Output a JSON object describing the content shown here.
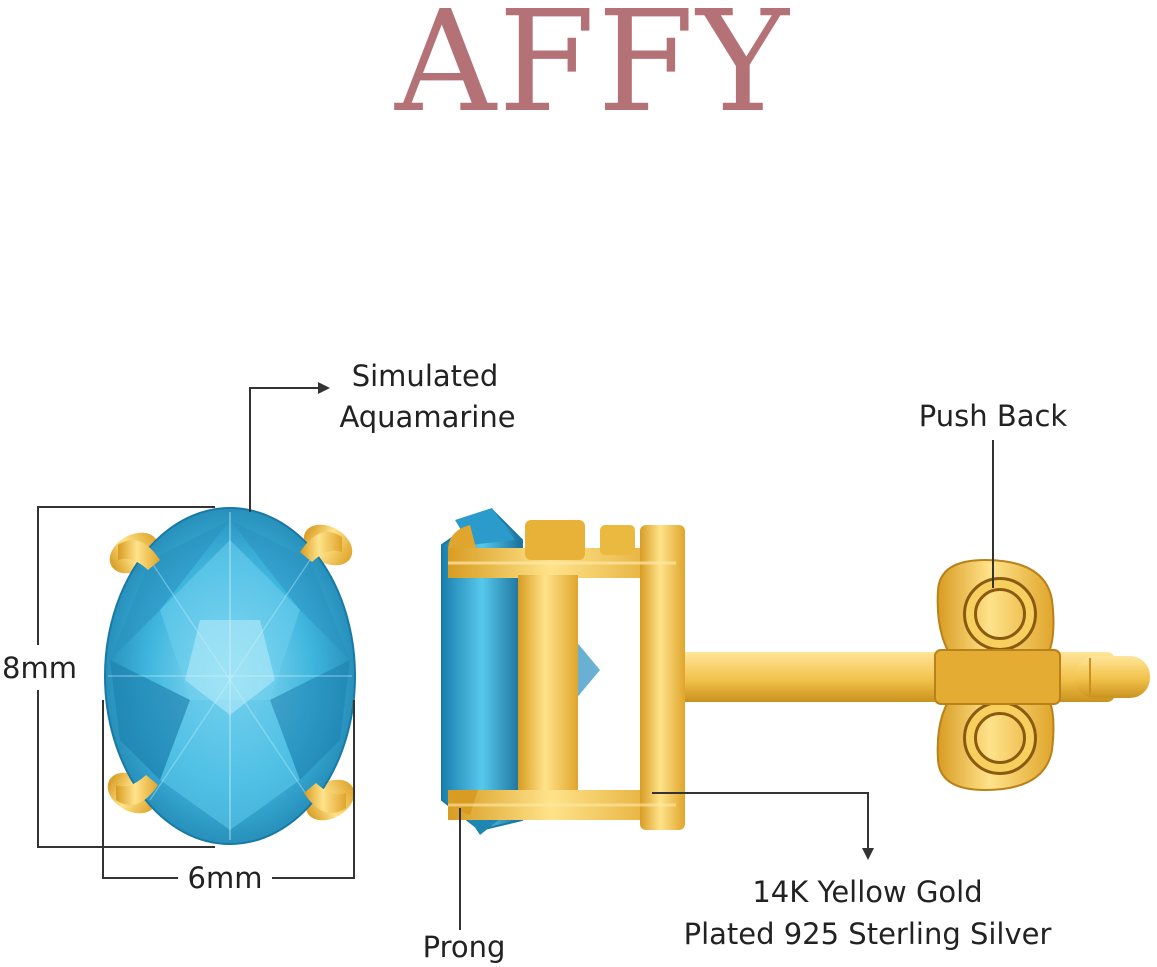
{
  "brand": {
    "logo_text": "AFFY"
  },
  "callouts": {
    "gemstone_line1": "Simulated",
    "gemstone_line2": "Aquamarine",
    "push_back": "Push Back",
    "height_dim": "8mm",
    "width_dim": "6mm",
    "prong": "Prong",
    "metal_line1": "14K Yellow Gold",
    "metal_line2": "Plated 925 Sterling Silver"
  },
  "colors": {
    "logo": "#b47277",
    "gold": "#f2c24a",
    "gold_dark": "#c9921e",
    "gem": "#3fb6de",
    "gem_dark": "#1979a6",
    "gem_light": "#9be0f5",
    "lines": "#333333"
  }
}
